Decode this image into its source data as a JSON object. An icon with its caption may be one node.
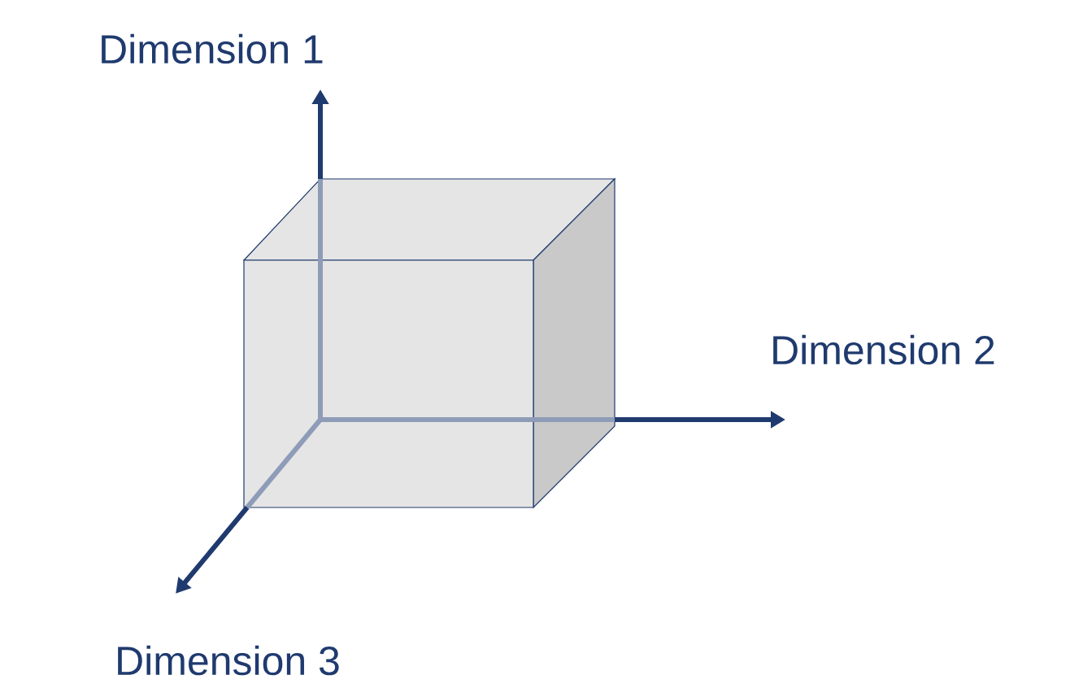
{
  "diagram": {
    "labels": [
      "Dimension 1",
      "Dimension 2",
      "Dimension 3"
    ]
  }
}
